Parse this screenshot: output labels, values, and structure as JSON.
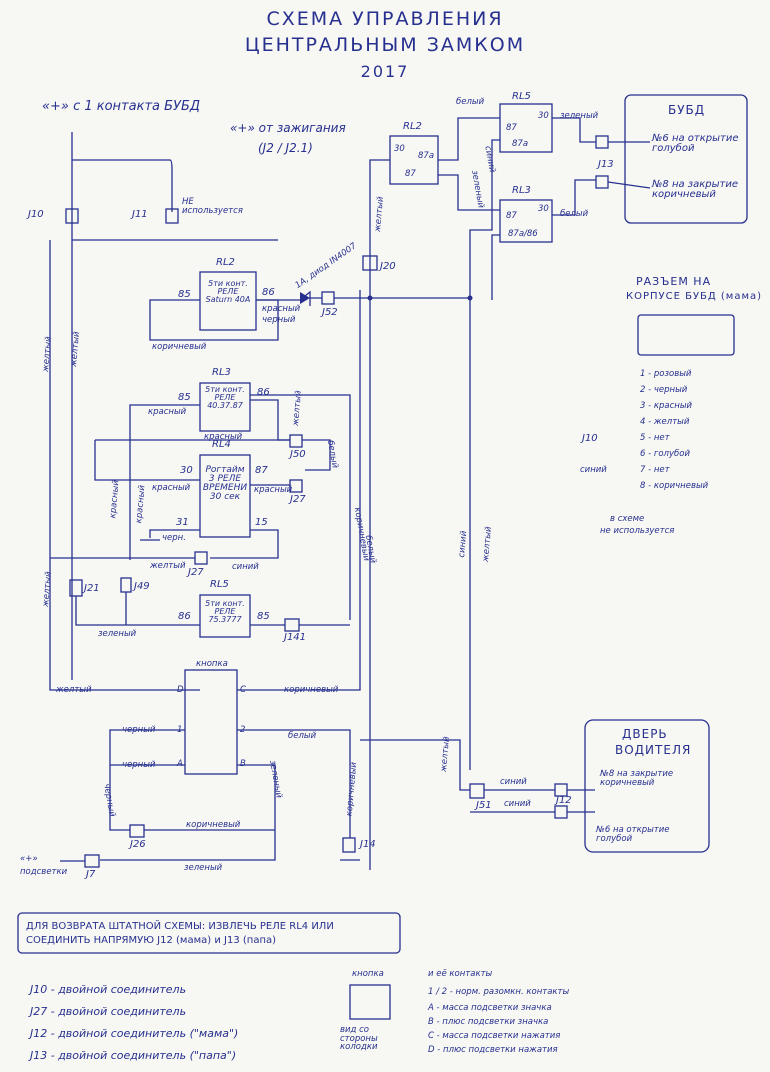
{
  "title": {
    "line1": "СХЕМА УПРАВЛЕНИЯ",
    "line2": "ЦЕНТРАЛЬНЫМ ЗАМКОМ",
    "year": "2017"
  },
  "top_labels": {
    "plus_budd": "«+» с 1 контакта БУБД",
    "plus_ignition": "«+» от зажигания",
    "ignition_fuses": "(J2 / J2.1)",
    "not_used": "НЕ используется"
  },
  "connectors": {
    "J10": "J10",
    "J11": "J11",
    "J20": "J20",
    "J52": "J52",
    "J50": "J50",
    "J27a": "J27",
    "J27b": "J27",
    "J21": "J21",
    "J49": "J49",
    "J141": "J141",
    "J26": "J26",
    "J7": "J7",
    "J14": "J14",
    "J51": "J51",
    "J12": "J12",
    "J13": "J13",
    "J10b": "J10"
  },
  "relays": {
    "rl2": {
      "name": "RL2",
      "text": "5ти конт. РЕЛЕ Saturn 40А",
      "pin_left": "85",
      "pin_right": "86"
    },
    "rl3": {
      "name": "RL3",
      "text": "5ти конт. РЕЛЕ 40.37.87",
      "pin_left": "85",
      "pin_right": "86"
    },
    "rl4": {
      "name": "RL4",
      "text": "Рогтайм 3 РЕЛЕ ВРЕМЕНИ 30 сек",
      "pin_30": "30",
      "pin_87": "87",
      "pin_31": "31",
      "pin_15": "15"
    },
    "rl5": {
      "name": "RL5",
      "text": "5ти конт. РЕЛЕ 75.3777",
      "pin_left": "86",
      "pin_right": "85"
    }
  },
  "top_relays": {
    "rl2": {
      "name": "RL2",
      "p30": "30",
      "p87a": "87а",
      "p87": "87"
    },
    "rl5": {
      "name": "RL5",
      "p87": "87",
      "p30": "30",
      "p87a": "87а"
    },
    "rl3": {
      "name": "RL3",
      "p87": "87",
      "p30": "30",
      "p87a": "87а/86"
    }
  },
  "wire_labels": {
    "white1": "белый",
    "green1": "зеленый",
    "blue1": "синий",
    "green2": "зеленый",
    "white2": "белый",
    "yellow1": "желтый",
    "diode": "1А, диод IN4007",
    "red1": "красный",
    "black1": "черный",
    "brown1": "коричневый",
    "red2": "красный",
    "yellow2": "желтый",
    "red3": "красный",
    "white3": "белый",
    "red4": "красный",
    "red5": "красный",
    "black2": "черн.",
    "yellow3": "желтый",
    "blue2": "синий",
    "green3": "зеленый",
    "yellow4": "желтый",
    "brown2": "коричневый",
    "black3": "черный",
    "black4": "черный",
    "white4": "белый",
    "green4": "зеленый",
    "brown3": "коричневый",
    "black5": "черный",
    "brown4": "коричневый",
    "green5": "зеленый",
    "brown5": "коричневый",
    "white5": "белый",
    "blue3": "синий",
    "yellow5": "желтый",
    "red6": "красный",
    "yellow6": "желтый",
    "yellow7": "желтый",
    "blue4": "синий",
    "blue5": "синий",
    "yellow8": "желтый",
    "red7": "красный",
    "yellow9": "желтый"
  },
  "budd_box": {
    "title": "БУБД",
    "n6": "№6 на открытие голубой",
    "n8": "№8 на закрытие коричневый"
  },
  "connector_info": {
    "title1": "РАЗЪЕМ НА",
    "title2": "КОРПУСЕ БУБД (мама)",
    "pins": [
      "1 - розовый",
      "2 - черный",
      "3 - красный",
      "4 - желтый",
      "5 - нет",
      "6 - голубой",
      "7 - нет",
      "8 - коричневый"
    ],
    "j10_note1": "в схеме",
    "j10_note2": "не используется",
    "j10_wire": "синий"
  },
  "button_area": {
    "title": "кнопка",
    "D": "D",
    "C": "C",
    "A": "A",
    "B": "B",
    "p1": "1",
    "p2": "2"
  },
  "driver_door": {
    "title1": "ДВЕРЬ",
    "title2": "ВОДИТЕЛЯ",
    "n8": "№8 на закрытие коричневый",
    "n6": "№6 на открытие голубой"
  },
  "backlight": {
    "plus": "«+»",
    "label": "подсветки"
  },
  "note": "ДЛЯ ВОЗВРАТА ШТАТНОЙ СХЕМЫ: ИЗВЛЕЧЬ РЕЛЕ RL4 ИЛИ СОЕДИНИТЬ НАПРЯМУЮ J12 (мама) и J13 (папа)",
  "legend": [
    "J10 - двойной соединитель",
    "J27 - двойной соединитель",
    "J12 - двойной соединитель (\"мама\")",
    "J13 - двойной соединитель (\"папа\")"
  ],
  "button_legend": {
    "title1": "кнопка",
    "title2": "и её контакты",
    "view": "вид со стороны колодки",
    "items": [
      "1 / 2 - норм. разомкн. контакты",
      "A - масса подсветки значка",
      "B - плюс подсветки значка",
      "C - масса подсветки нажатия",
      "D - плюс подсветки нажатия"
    ]
  }
}
